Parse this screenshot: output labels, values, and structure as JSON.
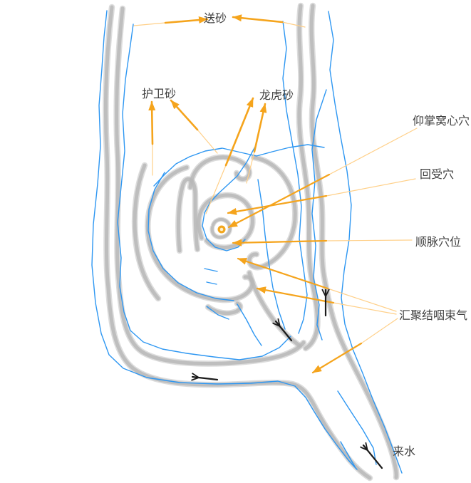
{
  "figure": {
    "type": "fengshui-landform-diagram",
    "background": "#ffffff",
    "colors": {
      "ridge_sand": "#bdbdbd",
      "water_line": "#2e97f2",
      "annotation_orange": "#f5a41c",
      "annotation_light": "#ffd089",
      "flow_arrow_black": "#1b1b1b",
      "label_text": "#3f3f3f",
      "acupoint_spot": "#f2a71f",
      "acupoint_core": "#fdf0cf"
    },
    "labels": {
      "song_sha": "送砂",
      "hu_wei_sha": "护卫砂",
      "long_hu_sha": "龙虎砂",
      "yang_zhang_wo_xin_xue": "仰掌窝心穴",
      "hui_shou_xue": "回受穴",
      "shun_mai_xue_wei": "顺脉穴位",
      "hui_ju_jie_yan_shu_qi": "汇聚结咽束气",
      "lai_shui": "来水"
    },
    "flow_arrows": [
      {
        "name": "flow-arrow-bottom-channel",
        "direction": "left"
      },
      {
        "name": "flow-arrow-inner-tail",
        "direction": "up-left"
      },
      {
        "name": "flow-arrow-right-channel",
        "direction": "up"
      },
      {
        "name": "flow-arrow-incoming-water",
        "direction": "up-left"
      }
    ]
  }
}
